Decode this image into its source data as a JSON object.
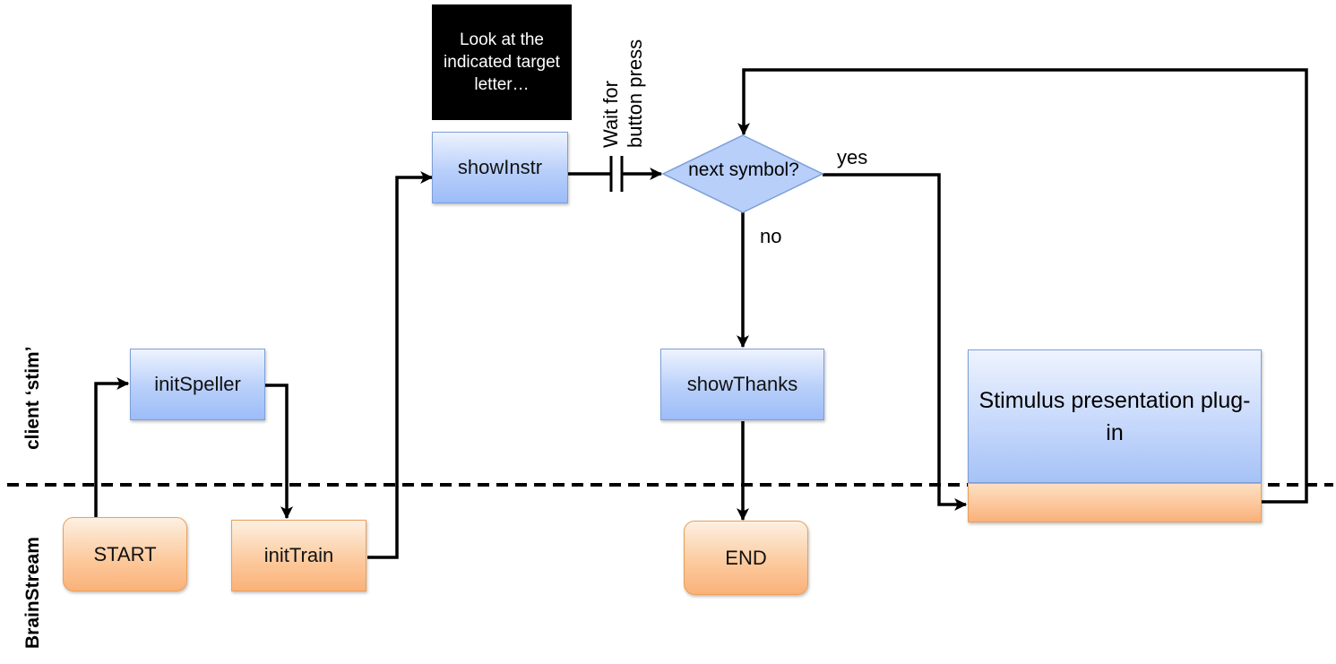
{
  "lanes": {
    "client": "client ‘stim’",
    "brainstream": "BrainStream"
  },
  "nodes": {
    "start": "START",
    "init_speller": "initSpeller",
    "init_train": "initTrain",
    "show_instr": "showInstr",
    "decision": "next symbol?",
    "show_thanks": "showThanks",
    "end": "END",
    "stimulus": "Stimulus presentation plug-in"
  },
  "note": "Look at the indicated target letter…",
  "labels": {
    "wait_line1": "Wait for",
    "wait_line2": "button press",
    "yes": "yes",
    "no": "no"
  },
  "colors": {
    "client_box": "#b8cffa",
    "brainstream_box": "#fcc89a",
    "note_bg": "#000000",
    "line": "#000000"
  }
}
